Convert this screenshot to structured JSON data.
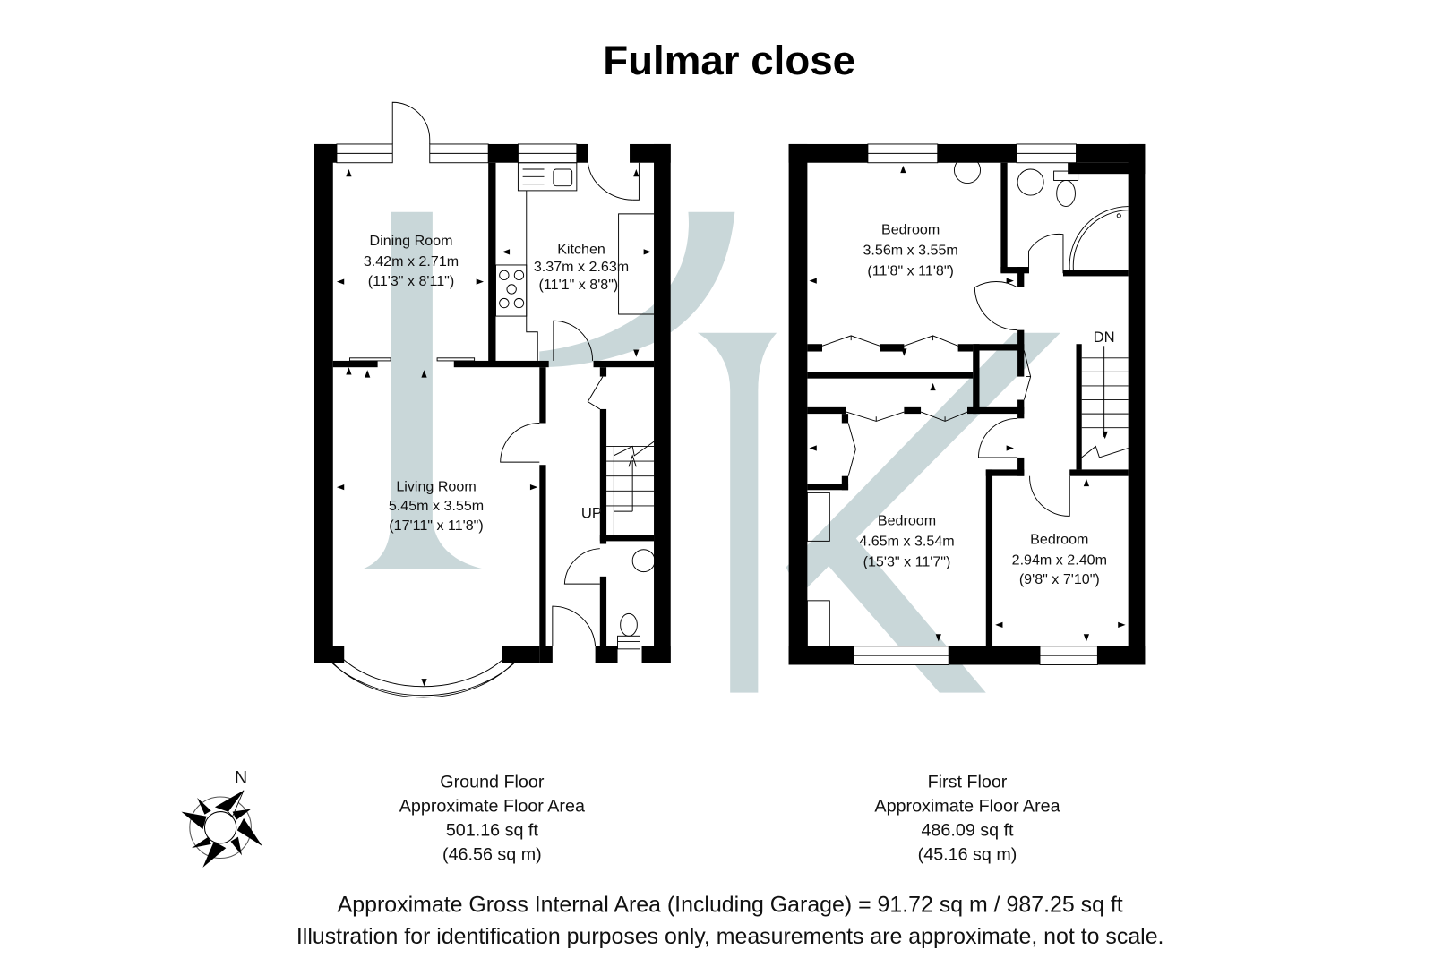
{
  "title": "Fulmar close",
  "colors": {
    "wall": "#000000",
    "watermark": "#c9d7d9",
    "background": "#ffffff"
  },
  "ground_floor": {
    "label": "Ground Floor",
    "area_label": "Approximate Floor Area",
    "area_sqft": "501.16 sq ft",
    "area_sqm": "(46.56 sq m)",
    "stairs_label": "UP",
    "rooms": [
      {
        "name": "Dining Room",
        "metric": "3.42m x 2.71m",
        "imperial": "(11'3\" x 8'11\")"
      },
      {
        "name": "Kitchen",
        "metric": "3.37m x 2.63m",
        "imperial": "(11'1\" x 8'8\")"
      },
      {
        "name": "Living Room",
        "metric": "5.45m x 3.55m",
        "imperial": "(17'11\" x 11'8\")"
      }
    ]
  },
  "first_floor": {
    "label": "First Floor",
    "area_label": "Approximate Floor Area",
    "area_sqft": "486.09 sq ft",
    "area_sqm": "(45.16 sq m)",
    "stairs_label": "DN",
    "rooms": [
      {
        "name": "Bedroom",
        "metric": "3.56m x 3.55m",
        "imperial": "(11'8\" x 11'8\")"
      },
      {
        "name": "Bedroom",
        "metric": "4.65m x 3.54m",
        "imperial": "(15'3\" x 11'7\")"
      },
      {
        "name": "Bedroom",
        "metric": "2.94m x 2.40m",
        "imperial": "(9'8\" x 7'10\")"
      }
    ]
  },
  "compass": {
    "label": "N",
    "icon": "compass-rose-icon"
  },
  "footer": {
    "gross_area": "Approximate Gross Internal Area (Including Garage) = 91.72 sq m / 987.25 sq ft",
    "disclaimer": "Illustration for identification purposes only, measurements are approximate, not to scale."
  }
}
